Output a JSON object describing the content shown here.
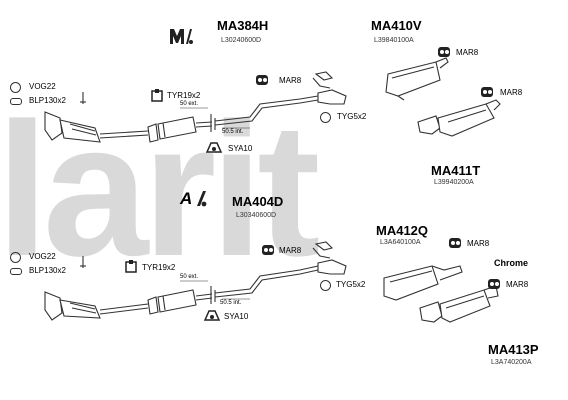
{
  "watermark": {
    "text": "larit",
    "color": "#d9d9d9"
  },
  "groups": [
    {
      "id": "g1",
      "code": "MA384H",
      "ref": "L30240600D"
    },
    {
      "id": "g2",
      "code": "MA410V",
      "ref": "L39840100A"
    },
    {
      "id": "g3",
      "code": "MA411T",
      "ref": "L39940200A"
    },
    {
      "id": "g4",
      "code": "MA404D",
      "ref": "L30340600D"
    },
    {
      "id": "g5",
      "code": "MA412Q",
      "ref": "L3A640100A"
    },
    {
      "id": "g6",
      "code": "MA413P",
      "ref": "L3A740200A"
    }
  ],
  "parts": {
    "vog22": "VOG22",
    "blp130": "BLP130x2",
    "tyr19": "TYR19x2",
    "mar8": "MAR8",
    "tyg5": "TYG5x2",
    "sya10": "SYA10",
    "ext50": "50 ext.",
    "int50": "50.5 int."
  },
  "chrome_label": "Chrome",
  "badge_a": "A"
}
